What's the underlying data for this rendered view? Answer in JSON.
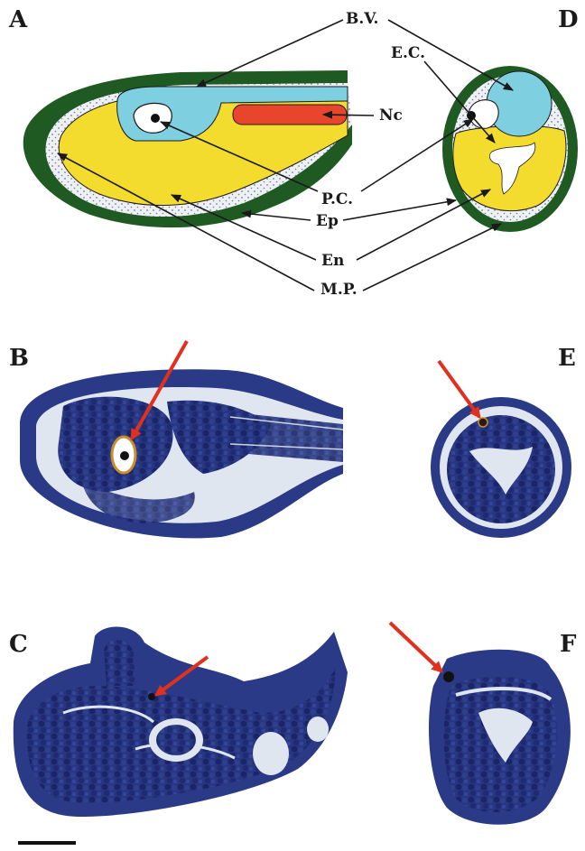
{
  "panels": {
    "a": "A",
    "b": "B",
    "c": "C",
    "d": "D",
    "e": "E",
    "f": "F"
  },
  "labels": {
    "bv": "B.V.",
    "ec": "E.C.",
    "nc": "Nc",
    "pc": "P.C.",
    "ep": "Ep",
    "en": "En",
    "mp": "M.P."
  },
  "colors": {
    "epidermis": "#1f5a22",
    "endoderm": "#f3dc2e",
    "blood_vessel": "#7ecfe0",
    "notochord": "#e8452c",
    "mesenchyme": "#e9ecef",
    "tissue_dark": "#1c2a78",
    "tissue_mid": "#3d4f9e",
    "arrow": "#e0301e"
  }
}
